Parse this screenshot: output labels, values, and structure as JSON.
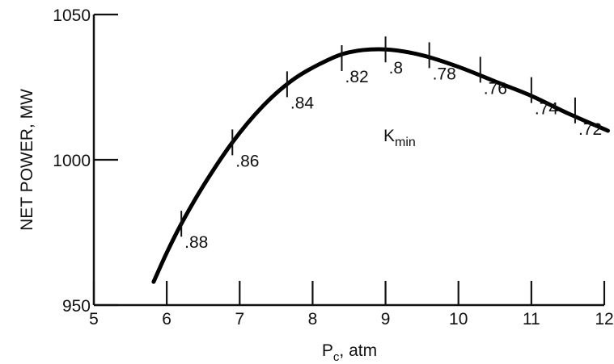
{
  "chart_data": {
    "type": "line",
    "xlabel_main": "P",
    "xlabel_sub": "c",
    "xlabel_unit": ", atm",
    "ylabel": "NET POWER, MW",
    "xlim": [
      5,
      12
    ],
    "ylim": [
      950,
      1050
    ],
    "x_ticks": [
      "5",
      "6",
      "7",
      "8",
      "9",
      "10",
      "11",
      "12"
    ],
    "y_ticks": [
      "950",
      "1000",
      "1050"
    ],
    "grid": false,
    "series": [
      {
        "x": [
          5.82,
          6.0,
          6.2,
          6.5,
          6.9,
          7.3,
          7.7,
          8.1,
          8.5,
          9.0,
          9.5,
          10.0,
          10.5,
          11.0,
          11.5,
          12.05
        ],
        "y": [
          958,
          968,
          978,
          991,
          1006,
          1018,
          1027,
          1033,
          1037,
          1038,
          1036,
          1032,
          1027,
          1022,
          1016,
          1010
        ]
      }
    ],
    "param_label_main": "K",
    "param_label_sub": "min",
    "annotations": [
      {
        "text": ".88",
        "x": 6.2,
        "y": 978
      },
      {
        "text": ".86",
        "x": 6.9,
        "y": 1006
      },
      {
        "text": ".84",
        "x": 7.65,
        "y": 1026
      },
      {
        "text": ".82",
        "x": 8.4,
        "y": 1035
      },
      {
        "text": ".8",
        "x": 9.0,
        "y": 1038
      },
      {
        "text": ".78",
        "x": 9.6,
        "y": 1036
      },
      {
        "text": ".76",
        "x": 10.3,
        "y": 1031
      },
      {
        "text": ".74",
        "x": 11.0,
        "y": 1024
      },
      {
        "text": ".72",
        "x": 11.6,
        "y": 1017
      }
    ]
  }
}
